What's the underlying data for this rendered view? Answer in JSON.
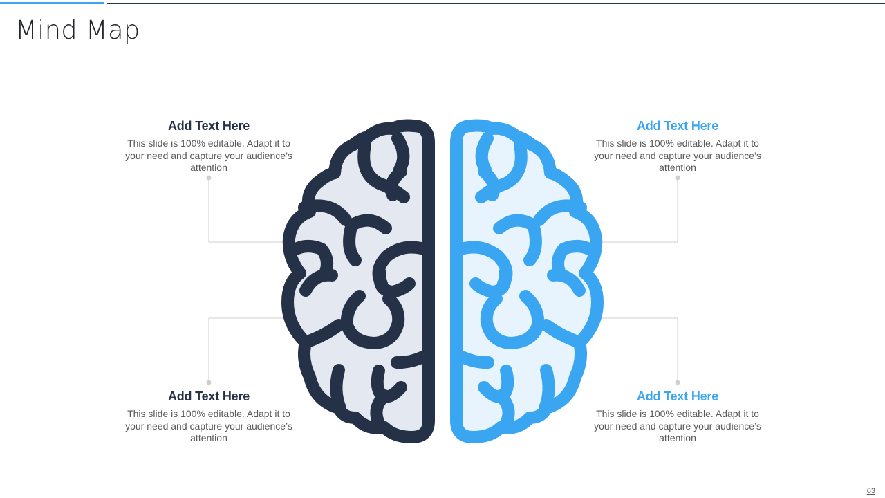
{
  "slide": {
    "title": "Mind Map",
    "page_number": "63"
  },
  "colors": {
    "dark": "#253146",
    "blue": "#3aa6f2",
    "left_fill": "#e4e8f0",
    "right_fill": "#e7f4fd",
    "connector": "#cfcfcf"
  },
  "blocks": [
    {
      "heading": "Add Text Here",
      "body": "This slide is 100% editable. Adapt it to your need and capture your audience’s attention"
    },
    {
      "heading": "Add Text Here",
      "body": "This slide is 100% editable. Adapt it to your need and capture your audience’s attention"
    },
    {
      "heading": "Add Text Here",
      "body": "This slide is 100% editable. Adapt it to your need and capture your audience’s attention"
    },
    {
      "heading": "Add Text Here",
      "body": "This slide is 100% editable. Adapt it to your need and capture your audience’s attention"
    }
  ],
  "icons": {
    "center": "brain-icon"
  }
}
